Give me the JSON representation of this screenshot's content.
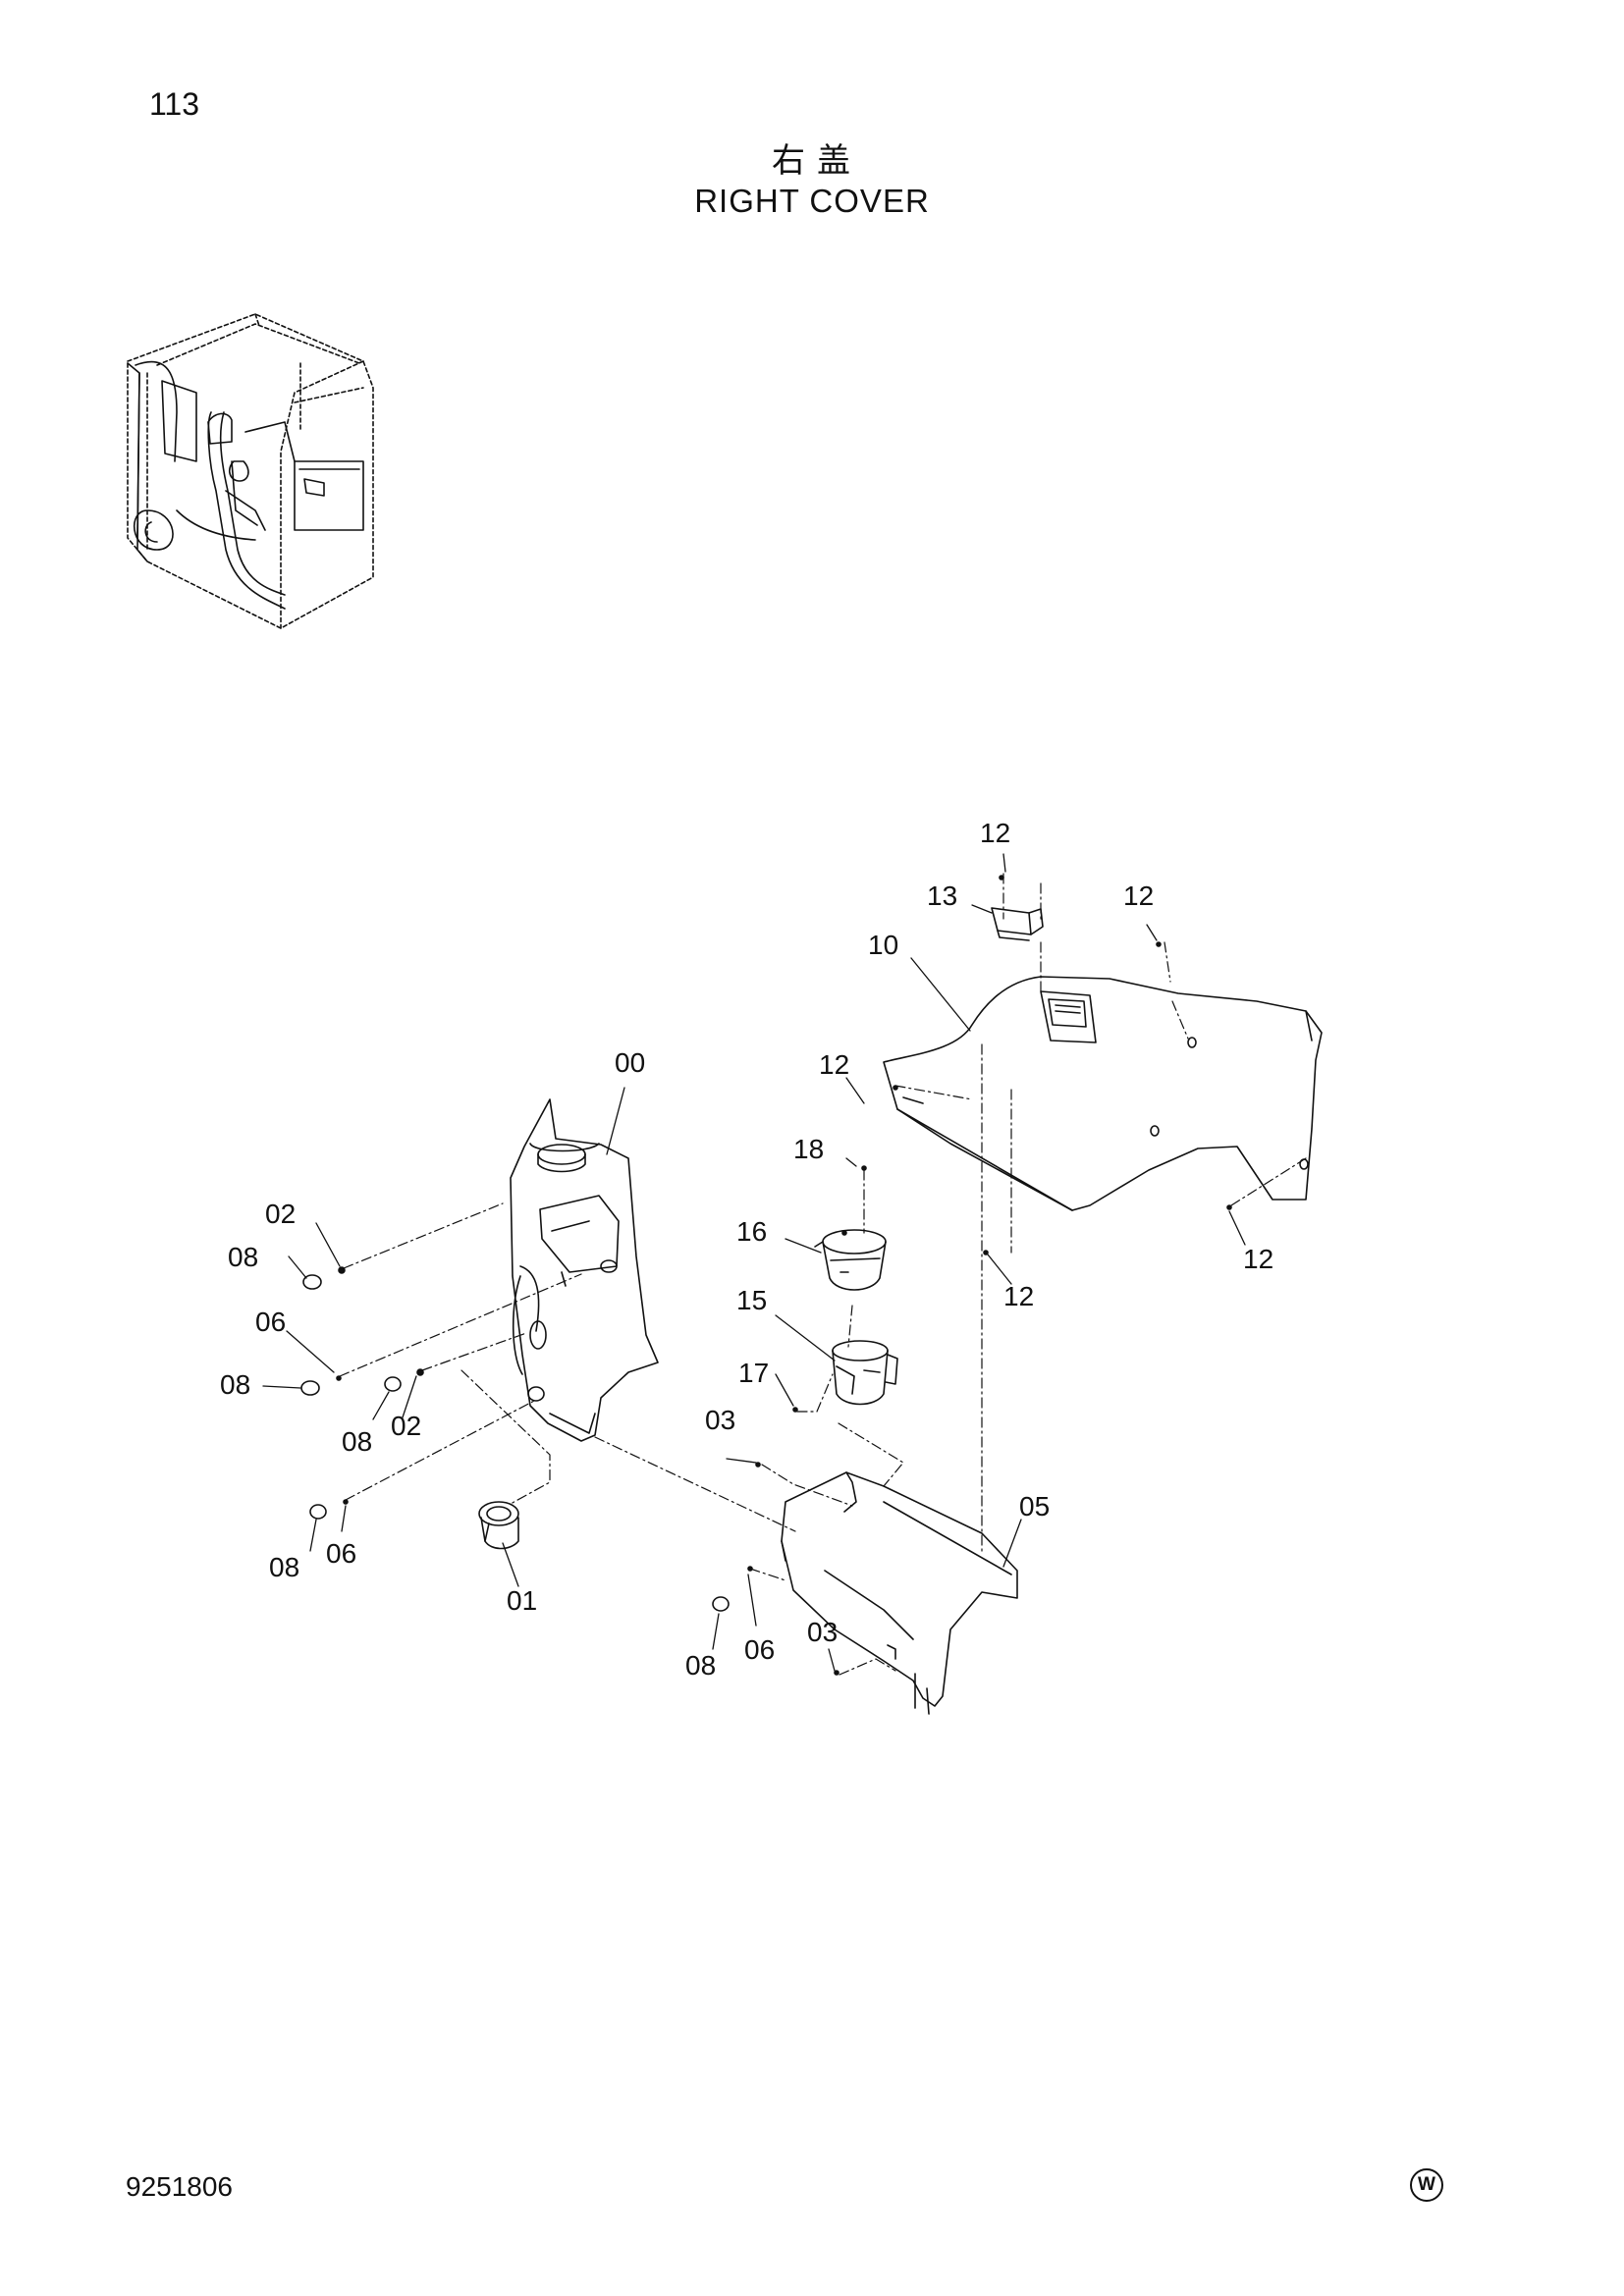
{
  "page_number": "113",
  "title_cn": "右盖",
  "title_en": "RIGHT  COVER",
  "document_number": "9251806",
  "brand_mark": "W",
  "callouts": [
    "12",
    "13",
    "12",
    "10",
    "00",
    "12",
    "18",
    "02",
    "16",
    "08",
    "12",
    "12",
    "06",
    "15",
    "08",
    "17",
    "02",
    "08",
    "03",
    "05",
    "08",
    "06",
    "01",
    "03",
    "08",
    "06"
  ]
}
